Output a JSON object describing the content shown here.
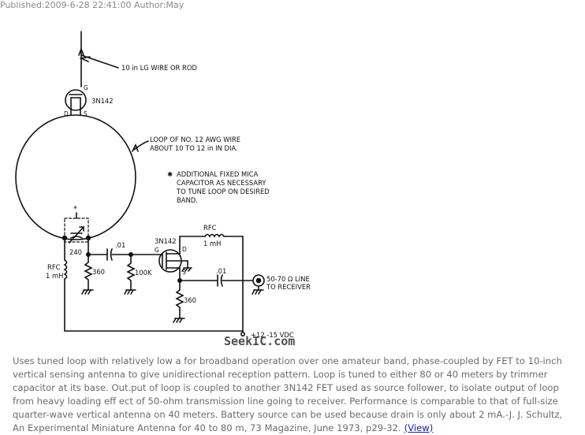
{
  "meta": {
    "published": "Published:2009-6-28 22:41:00 Author:May"
  },
  "schematic": {
    "antenna_note": "10 in LG WIRE OR ROD",
    "fet1": "3N142",
    "fet1_g": "G",
    "fet1_d": "D",
    "fet1_s": "S",
    "loop_note_1": "LOOP OF NO. 12 AWG WIRE",
    "loop_note_2": "ABOUT 10 TO 12 in IN DIA.",
    "mica_star": "✱",
    "mica_1": "ADDITIONAL FIXED MICA",
    "mica_2": "CAPACITOR AS NECESSARY",
    "mica_3": "TO TUNE LOOP ON DESIRED",
    "mica_4": "BAND.",
    "trimmer_star": "*",
    "trimmer_value": "240",
    "rfc1_1": "RFC",
    "rfc1_2": "1 mH",
    "r360a": "360",
    "cap1": ".01",
    "r100k": "100K",
    "fet2": "3N142",
    "fet2_g": "G",
    "fet2_d": "D",
    "fet2_s": "S",
    "rfc2_1": "RFC",
    "rfc2_2": "1 mH",
    "cap2": ".01",
    "r360b": "360",
    "line_1": "50-70 Ω LINE",
    "line_2": "TO RECEIVER",
    "supply": "+12 -15 VDC",
    "watermark": "SeekIC.com"
  },
  "caption": {
    "text": "Uses tuned loop with relatively low a for broadband operation over one amateur band, phase-coupled by FET to 10-inch vertical sensing antenna to give unidirectional reception pattern. Loop is tuned to either 80 or 40 meters by trimmer capacitor at its base. Out.put of loop is coupled to another 3N142 FET used as source follower, to isolate output of loop from heavy loading eff ect of 50-ohm transmission line going to receiver. Performance is comparable to that of full-size quarter-wave vertical antenna on 40 meters. Battery source can be used because drain is only about 2 mA.-J. J. Schultz, An Experimental Miniature Antenna for 40 to 80 m, 73 Magazine, June 1973, p29-32.",
    "link": "(View)"
  }
}
